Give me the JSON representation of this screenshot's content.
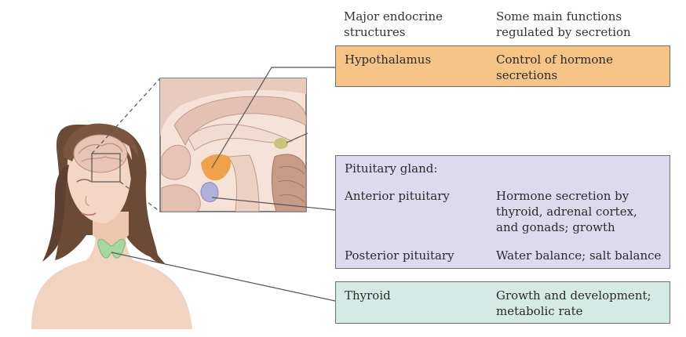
{
  "headers": {
    "structures": "Major endocrine\nstructures",
    "functions": "Some main functions\nregulated by secretion"
  },
  "rows": {
    "hypothalamus": {
      "structure": "Hypothalamus",
      "function": "Control of hormone\nsecretions"
    },
    "pituitary": {
      "title": "Pituitary gland:",
      "anterior": {
        "structure": "Anterior pituitary",
        "function": "Hormone secretion by\nthyroid, adrenal cortex,\nand gonads; growth"
      },
      "posterior": {
        "structure": "Posterior pituitary",
        "function": "Water balance; salt balance"
      }
    },
    "thyroid": {
      "structure": "Thyroid",
      "function": "Growth and development;\nmetabolic rate"
    }
  },
  "colors": {
    "hypothalamus_box": "#f5c486",
    "pituitary_box": "#dedaee",
    "thyroid_box": "#d3ebe4",
    "hypothalamus_gland": "#f0a24a",
    "pituitary_gland": "#aeb0da",
    "thyroid_gland": "#a8d8a0",
    "pineal_gland": "#c8c27a"
  },
  "icons": [
    "woman-figure",
    "brain-magnified-inset",
    "thyroid-gland"
  ]
}
